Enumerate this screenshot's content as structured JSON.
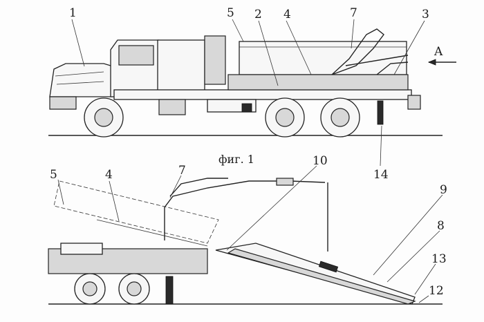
{
  "figure": {
    "caption": "фиг. 1",
    "view_marker": "A"
  },
  "labels": {
    "top": [
      "1",
      "5",
      "2",
      "4",
      "7",
      "3",
      "14"
    ],
    "bottom": [
      "5",
      "4",
      "7",
      "10",
      "9",
      "8",
      "13",
      "12"
    ]
  }
}
